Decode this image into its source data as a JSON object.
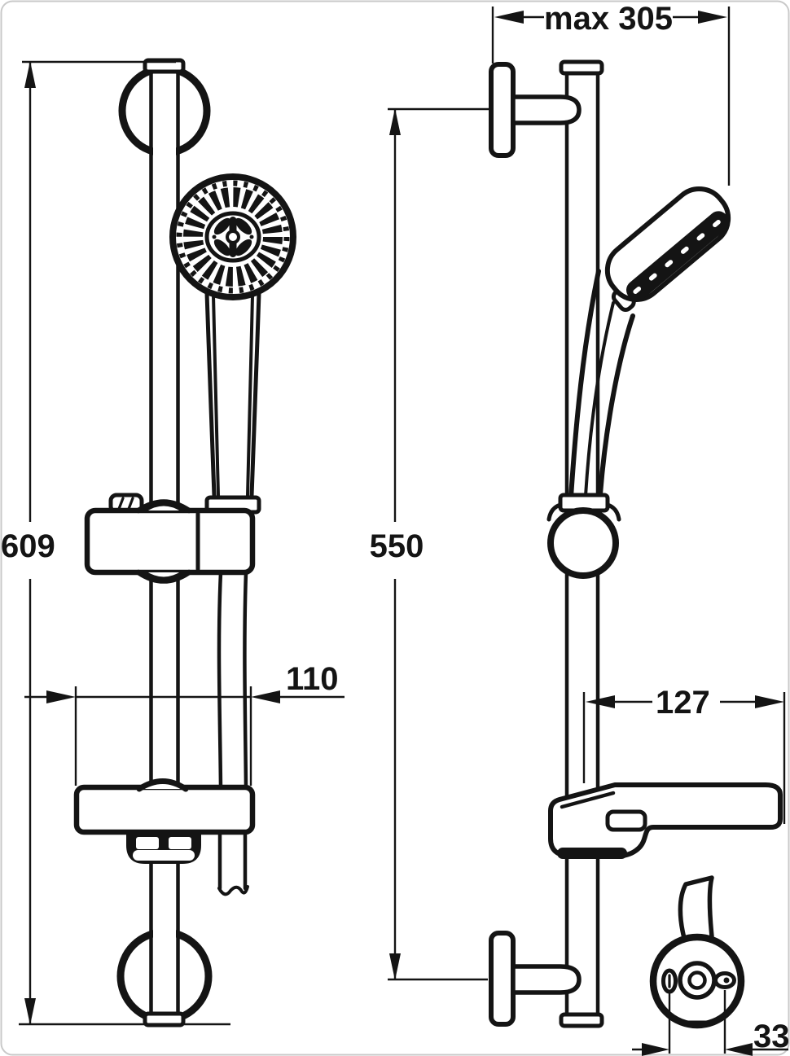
{
  "labels": {
    "total_height": "609",
    "dish_width": "110",
    "max_reach": "max 305",
    "bracket_spacing": "550",
    "dish_depth": "127",
    "outlet_spacing": "33"
  },
  "colors": {
    "line": "#141414",
    "background": "#ffffff",
    "frame": "#c9c9c9"
  }
}
